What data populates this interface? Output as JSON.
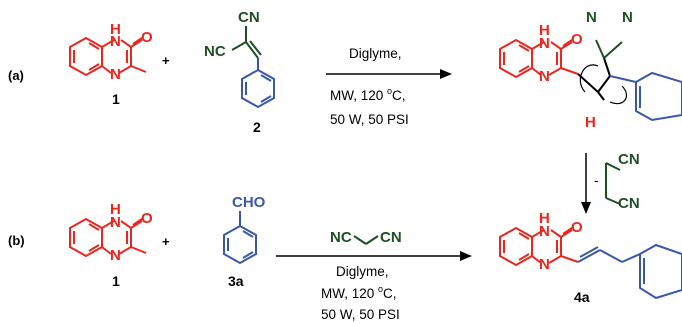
{
  "colors": {
    "red": "#e8271f",
    "blue": "#3b57a8",
    "green": "#1e4f22",
    "black": "#000000"
  },
  "row_a": {
    "label": "(a)",
    "plus": "+",
    "compound_1": "1",
    "compound_2": "2",
    "conditions": {
      "line1": "Diglyme,",
      "line2_pre": "MW, 120 ",
      "line2_sup": "o",
      "line2_post": "C,",
      "line3": "50 W, 50 PSI"
    },
    "minus": "-"
  },
  "row_b": {
    "label": "(b)",
    "plus": "+",
    "compound_1": "1",
    "compound_3a": "3a",
    "product_4a": "4a",
    "conditions": {
      "line1": "Diglyme,",
      "line2_pre": "MW, 120 ",
      "line2_sup": "o",
      "line2_post": "C,",
      "line3": "50 W, 50 PSI"
    }
  },
  "atoms": {
    "H": "H",
    "N": "N",
    "O": "O",
    "NH": "H",
    "CN": "CN",
    "NC": "NC",
    "CHO": "CHO"
  }
}
